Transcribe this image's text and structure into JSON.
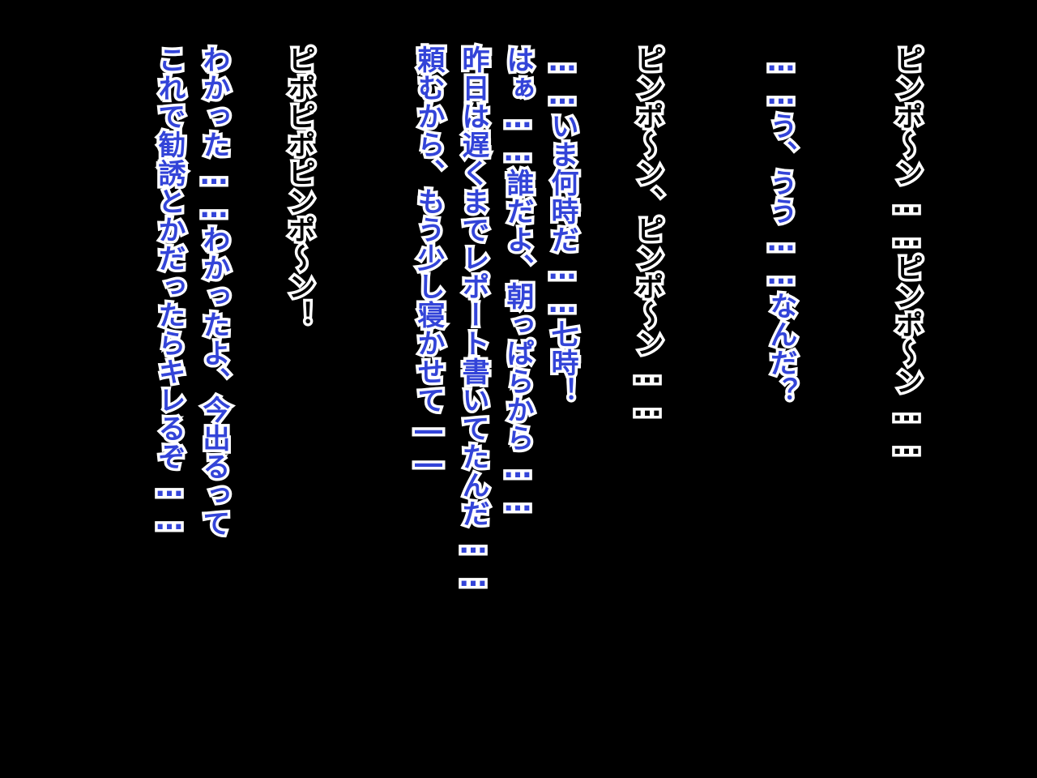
{
  "colors": {
    "background": "#000000",
    "outline": "#ffffff",
    "sfx_text": "#000000",
    "dialogue_text": "#3344d8"
  },
  "lines": {
    "l1": "ピンポ～ン……ピンポ～ン……",
    "l2": "……う、うう……なんだ？",
    "l3": "ピンポ～ン、ピンポ～ン……",
    "l4": "……いま何時だ……七時！",
    "l5": "はぁ……誰だよ、朝っぱらから……",
    "l6": "昨日は遅くまでレポート書いてたんだ……",
    "l7": "頼むから、もう少し寝かせて――",
    "l8": "ピポピポピンポ～ン！",
    "l9": "わかった……わかったよ、今出るって",
    "l10": "これで勧誘とかだったらキレるぞ……"
  }
}
